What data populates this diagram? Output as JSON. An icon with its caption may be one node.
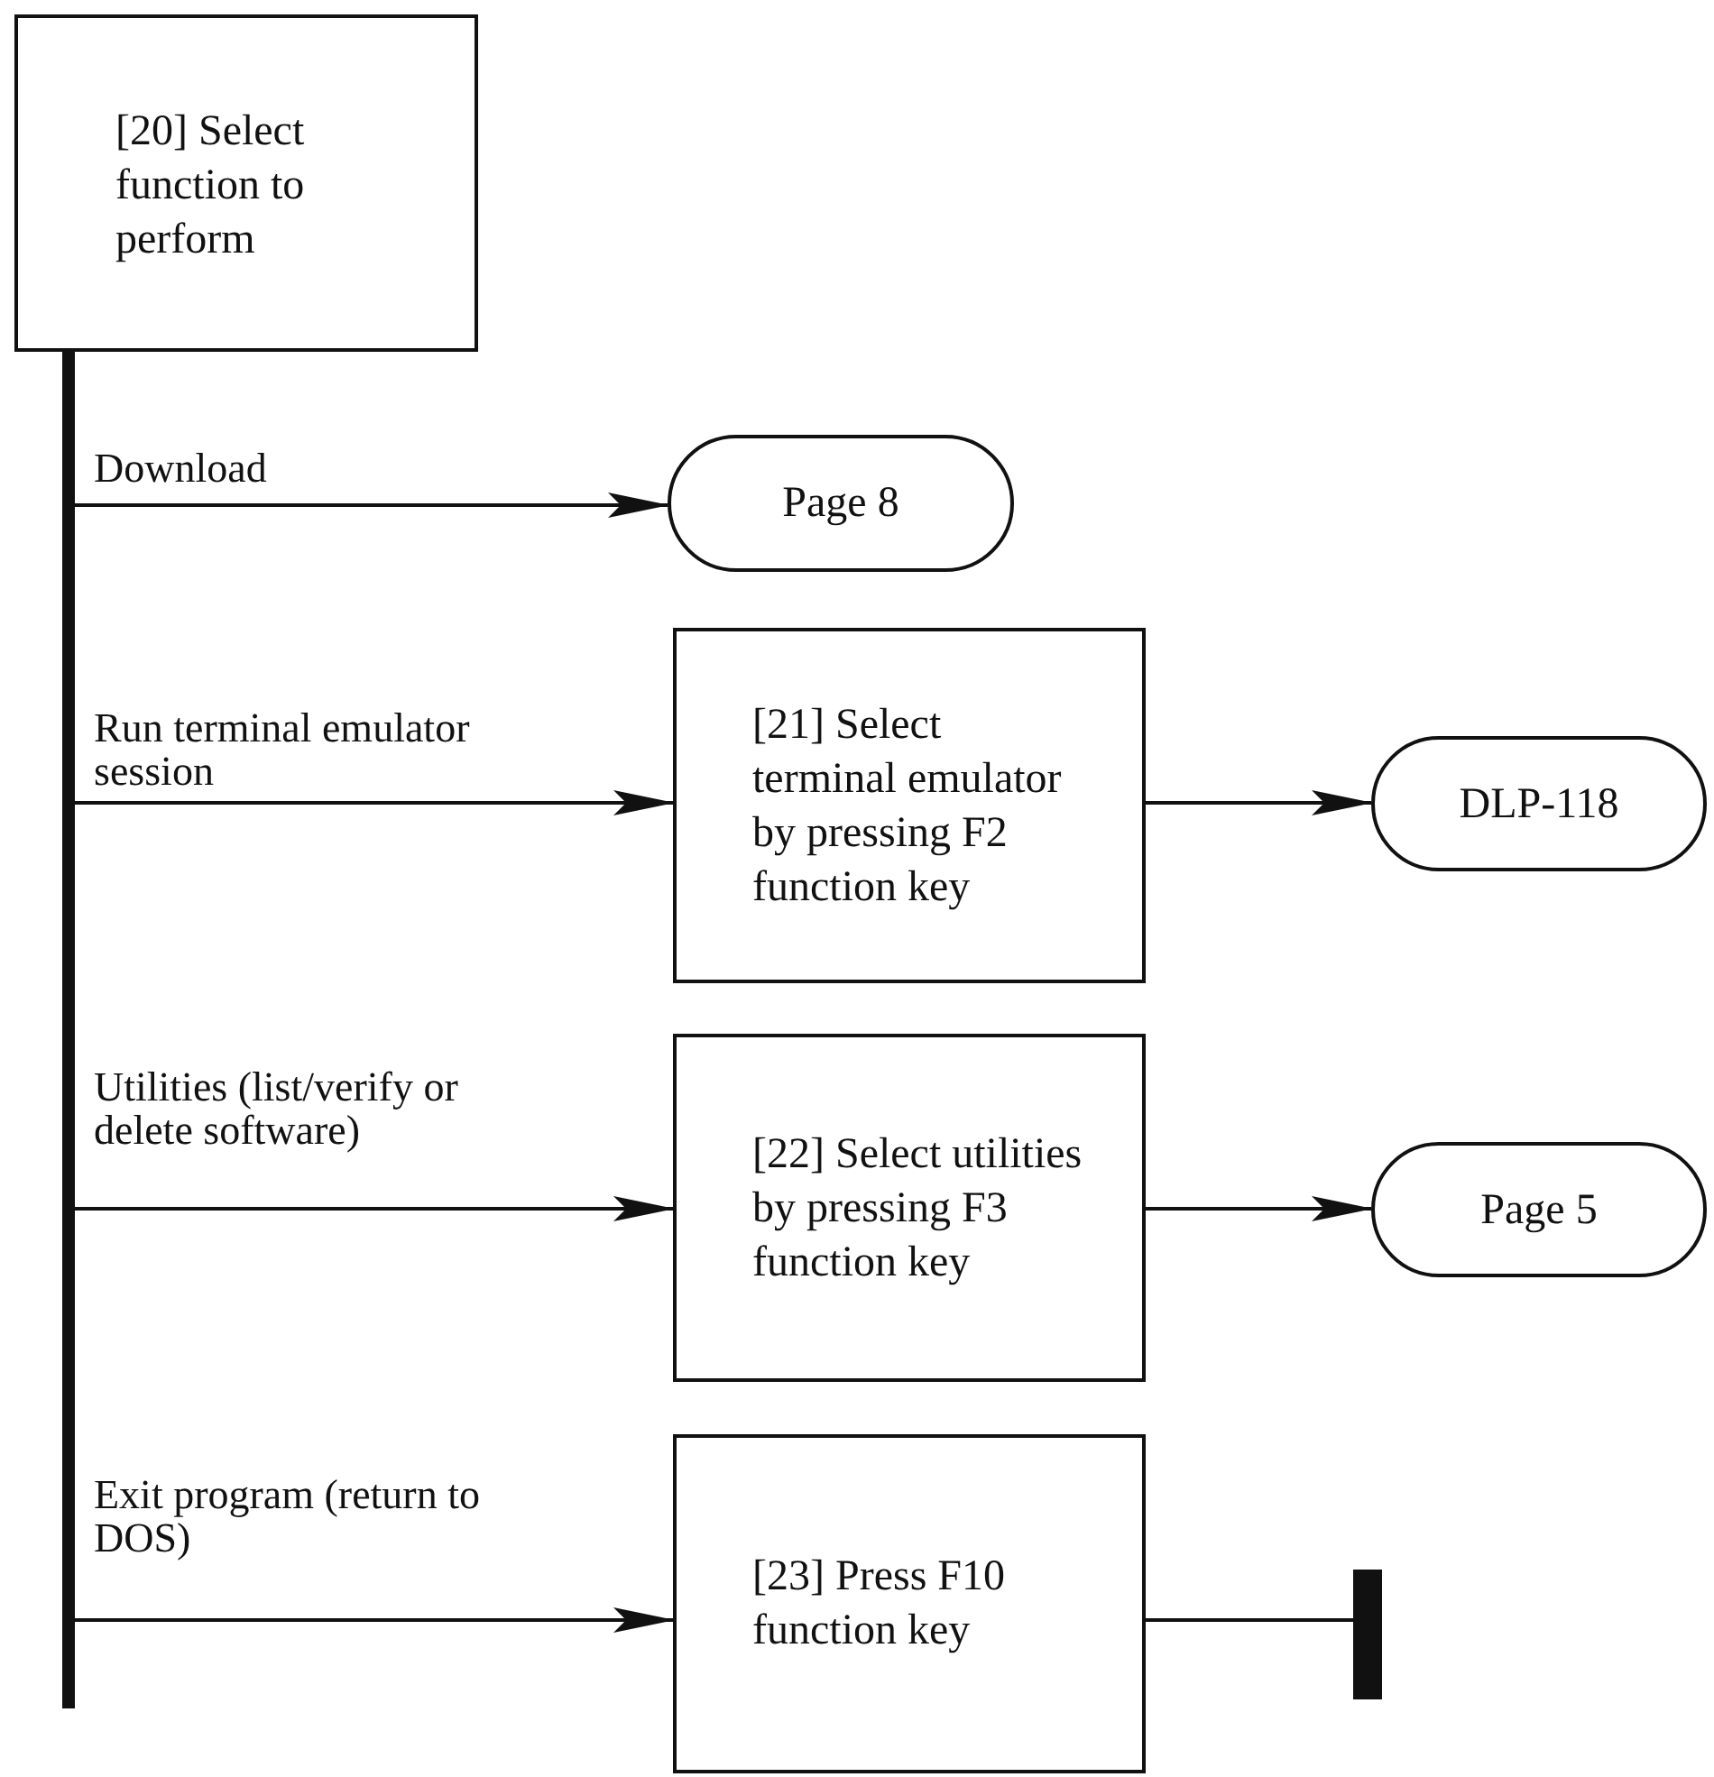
{
  "diagram": {
    "nodes": [
      {
        "text": [
          "[20] Select function to perform"
        ]
      },
      {
        "text": [
          "Page 8"
        ]
      },
      {
        "text": [
          "[21] Select terminal emulator by pressing F2 function key"
        ]
      },
      {
        "text": [
          "DLP-118"
        ]
      },
      {
        "text": [
          "[22] Select utilities by pressing F3 function key"
        ]
      },
      {
        "text": [
          "Page 5"
        ]
      },
      {
        "text": [
          "[23] Press F10 function key"
        ]
      },
      {
        "text": [],
        "shape": "bar"
      }
    ],
    "edges": [
      {
        "from": 0,
        "to": 1,
        "arrow": "to",
        "label": "Download"
      },
      {
        "from": 0,
        "to": 2,
        "arrow": "to",
        "label": "Run terminal emulator session"
      },
      {
        "from": 0,
        "to": 4,
        "arrow": "to",
        "label": "Utilities (list/verify or delete software)"
      },
      {
        "from": 0,
        "to": 6,
        "arrow": "to",
        "label": "Exit program (return to DOS)"
      },
      {
        "from": 2,
        "to": 3,
        "arrow": "to"
      },
      {
        "from": 4,
        "to": 5,
        "arrow": "to"
      },
      {
        "from": 6,
        "to": 7,
        "arrow": "none"
      }
    ]
  }
}
